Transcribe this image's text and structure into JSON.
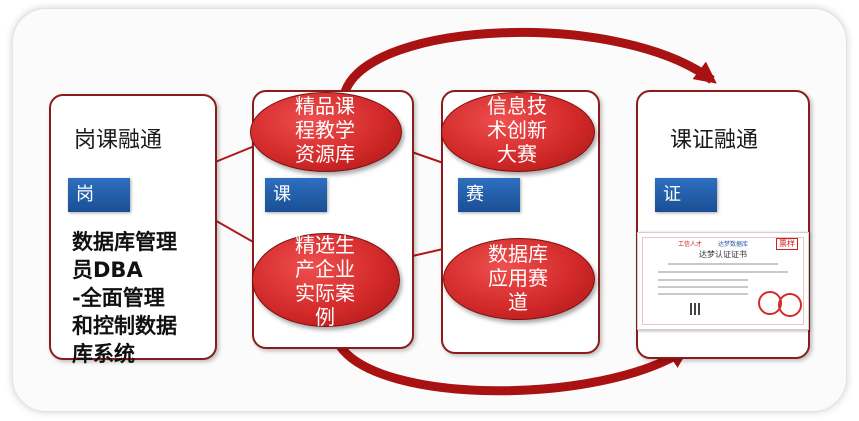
{
  "columns": {
    "c1": {
      "title": "岗课融通",
      "tag": "岗",
      "desc": [
        "数据库管理",
        "员DBA",
        "-全面管理",
        "和控制数据",
        "库系统"
      ]
    },
    "c2": {
      "tag": "课"
    },
    "c3": {
      "tag": "赛"
    },
    "c4": {
      "title": "课证融通",
      "tag": "证"
    }
  },
  "ovals": {
    "o1": [
      "精品课",
      "程教学",
      "资源库"
    ],
    "o2": [
      "精选生",
      "产企业",
      "实际案",
      "例"
    ],
    "o3": [
      "信息技",
      "术创新",
      "大赛"
    ],
    "o4": [
      "数据库",
      "应用赛",
      "道"
    ]
  },
  "certificate": {
    "logo_left": "工信人才",
    "logo_right": "达梦数据库",
    "sample_mark": "票样",
    "title": "达梦认证证书"
  },
  "colors": {
    "frame_border": "#8b1c1c",
    "oval_fill": "#d32a2a",
    "tag_fill": "#1f5aa6",
    "arrow": "#b11818"
  }
}
